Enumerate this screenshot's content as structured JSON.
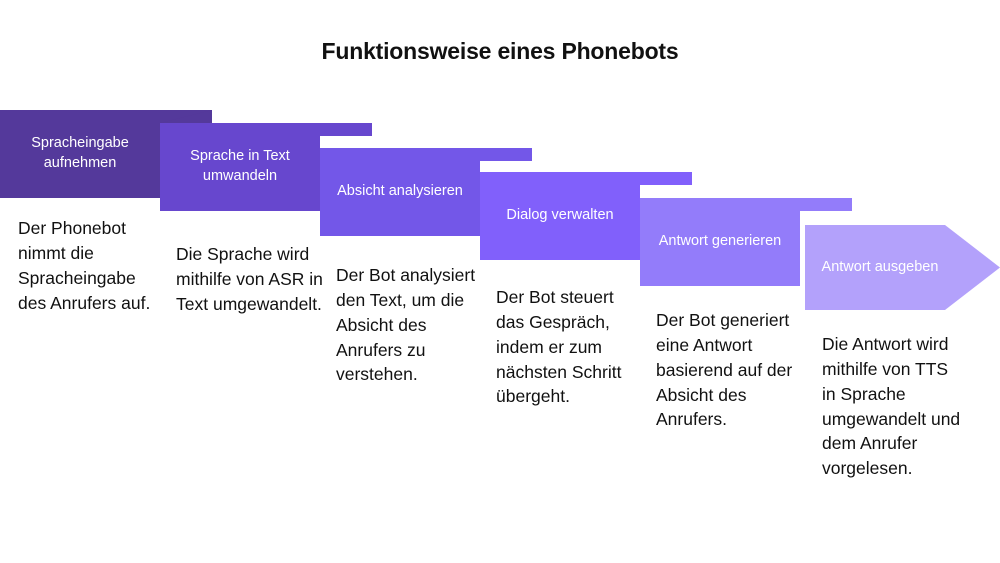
{
  "title": "Funktionsweise eines Phonebots",
  "background_color": "#ffffff",
  "text_color": "#111111",
  "label_color": "#ffffff",
  "steps": [
    {
      "label": "Spracheingabe aufnehmen",
      "description": "Der Phonebot nimmt die Spracheingabe des Anrufers auf.",
      "color": "#54399B",
      "shape": "chevron-fold"
    },
    {
      "label": "Sprache in Text umwandeln",
      "description": "Die Sprache wird mithilfe von ASR in Text umgewandelt.",
      "color": "#6747CE",
      "shape": "chevron-fold"
    },
    {
      "label": "Absicht analysieren",
      "description": "Der Bot analysiert den Text, um die Absicht des Anrufers zu verstehen.",
      "color": "#7357E8",
      "shape": "chevron-fold"
    },
    {
      "label": "Dialog verwalten",
      "description": "Der Bot steuert das Gespräch, indem er zum nächsten Schritt übergeht.",
      "color": "#8160FB",
      "shape": "chevron-fold"
    },
    {
      "label": "Antwort generieren",
      "description": "Der Bot generiert eine Antwort basierend auf der Absicht des Anrufers.",
      "color": "#937CFA",
      "shape": "chevron-fold"
    },
    {
      "label": "Antwort ausgeben",
      "description": "Die Antwort wird mithilfe von TTS in Sprache umgewandelt und dem Anrufer vorgelesen.",
      "color": "#B3A1FB",
      "shape": "arrow-right"
    }
  ]
}
